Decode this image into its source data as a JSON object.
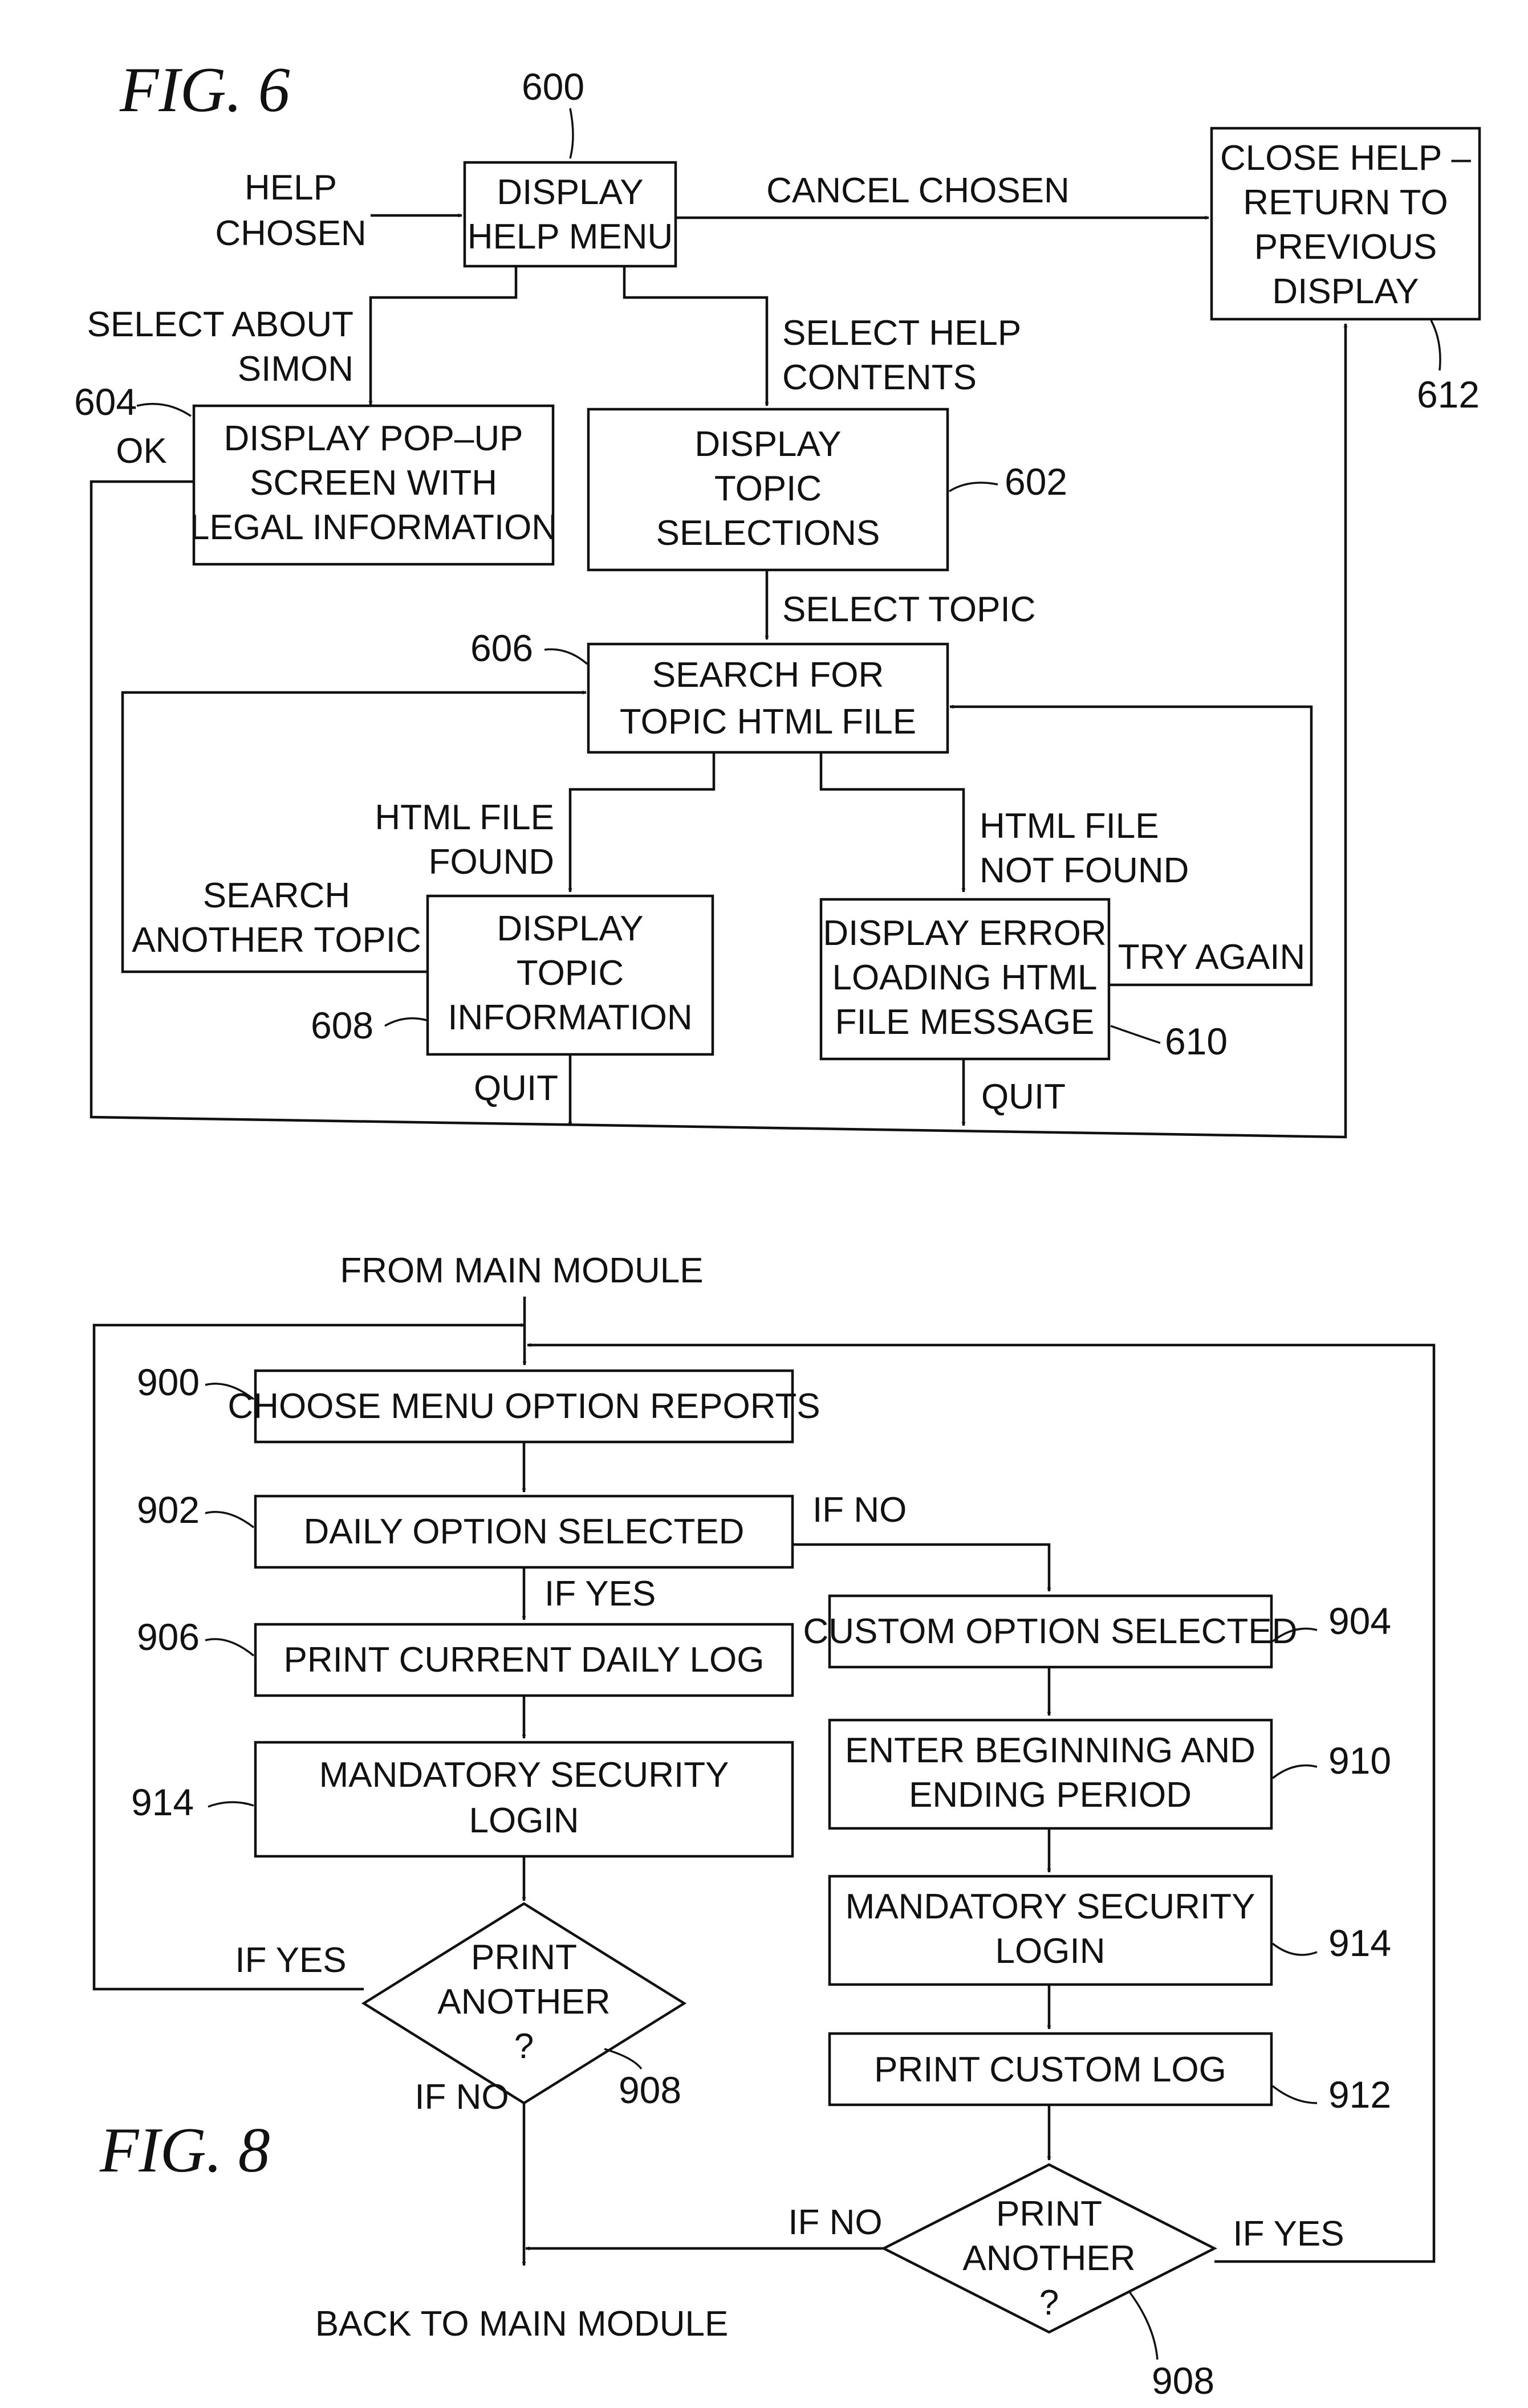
{
  "fig6": {
    "title": "FIG. 6",
    "entry_label": [
      "HELP",
      "CHOSEN"
    ],
    "nodes": {
      "display_help_menu": {
        "ref": "600",
        "lines": [
          "DISPLAY",
          "HELP MENU"
        ]
      },
      "close_help": {
        "ref": "612",
        "lines": [
          "CLOSE HELP –",
          "RETURN TO",
          "PREVIOUS",
          "DISPLAY"
        ]
      },
      "display_popup": {
        "ref": "604",
        "lines": [
          "DISPLAY POP–UP",
          "SCREEN WITH",
          "LEGAL INFORMATION"
        ]
      },
      "display_topic_selections": {
        "ref": "602",
        "lines": [
          "DISPLAY",
          "TOPIC",
          "SELECTIONS"
        ]
      },
      "search_html": {
        "ref": "606",
        "lines": [
          "SEARCH FOR",
          "TOPIC HTML FILE"
        ]
      },
      "display_topic_info": {
        "ref": "608",
        "lines": [
          "DISPLAY",
          "TOPIC",
          "INFORMATION"
        ]
      },
      "display_error": {
        "ref": "610",
        "lines": [
          "DISPLAY ERROR",
          "LOADING HTML",
          "FILE MESSAGE"
        ]
      }
    },
    "edges": {
      "cancel_chosen": [
        "CANCEL CHOSEN"
      ],
      "select_about": [
        "SELECT ABOUT",
        "SIMON"
      ],
      "select_help_contents": [
        "SELECT HELP",
        "CONTENTS"
      ],
      "ok": [
        "OK"
      ],
      "select_topic": [
        "SELECT TOPIC"
      ],
      "html_found": [
        "HTML FILE",
        "FOUND"
      ],
      "html_not_found": [
        "HTML FILE",
        "NOT FOUND"
      ],
      "search_another": [
        "SEARCH",
        "ANOTHER TOPIC"
      ],
      "try_again": [
        "TRY AGAIN"
      ],
      "quit_left": [
        "QUIT"
      ],
      "quit_right": [
        "QUIT"
      ]
    }
  },
  "fig8": {
    "title": "FIG. 8",
    "entry_label": "FROM MAIN MODULE",
    "exit_label": "BACK TO MAIN MODULE",
    "nodes": {
      "choose_menu": {
        "ref": "900",
        "lines": [
          "CHOOSE MENU OPTION REPORTS"
        ]
      },
      "daily_option": {
        "ref": "902",
        "lines": [
          "DAILY OPTION SELECTED"
        ]
      },
      "custom_option": {
        "ref": "904",
        "lines": [
          "CUSTOM OPTION SELECTED"
        ]
      },
      "print_daily": {
        "ref": "906",
        "lines": [
          "PRINT CURRENT DAILY LOG"
        ]
      },
      "enter_period": {
        "ref": "910",
        "lines": [
          "ENTER BEGINNING AND",
          "ENDING PERIOD"
        ]
      },
      "security_left": {
        "ref": "914",
        "lines": [
          "MANDATORY SECURITY",
          "LOGIN"
        ]
      },
      "security_right": {
        "ref": "914",
        "lines": [
          "MANDATORY SECURITY",
          "LOGIN"
        ]
      },
      "print_custom": {
        "ref": "912",
        "lines": [
          "PRINT CUSTOM LOG"
        ]
      },
      "decision_left": {
        "ref": "908",
        "lines": [
          "PRINT",
          "ANOTHER",
          "?"
        ]
      },
      "decision_right": {
        "ref": "908",
        "lines": [
          "PRINT",
          "ANOTHER",
          "?"
        ]
      }
    },
    "edges": {
      "daily_no": [
        "IF NO"
      ],
      "daily_yes": [
        "IF YES"
      ],
      "left_yes": [
        "IF YES"
      ],
      "left_no": [
        "IF NO"
      ],
      "right_no": [
        "IF NO"
      ],
      "right_yes": [
        "IF YES"
      ]
    }
  }
}
